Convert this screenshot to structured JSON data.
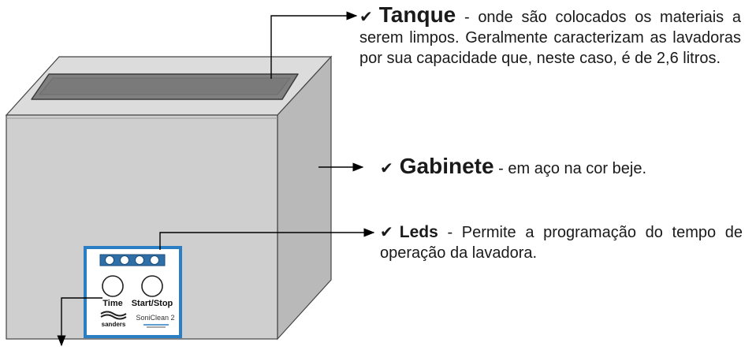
{
  "annotations": {
    "tanque": {
      "check": "✔",
      "title": "Tanque",
      "dash": " - ",
      "text": "onde são colocados os materiais a serem limpos. Geralmente caracterizam as lavadoras por sua capacidade que, neste caso, é de 2,6 litros."
    },
    "gabinete": {
      "check": "✔",
      "title": "Gabinete",
      "dash": " - ",
      "text": "em aço na cor beje."
    },
    "leds": {
      "check": "✔",
      "title": "Leds",
      "dash": " - ",
      "text": "Permite a programação do tempo de operação da lavadora."
    }
  },
  "panel": {
    "time_label": "Time",
    "start_stop_label": "Start/Stop",
    "brand": "sanders",
    "model": "SoniClean 2"
  },
  "colors": {
    "cabinet_front": "#cfcfcf",
    "cabinet_side": "#b9b9b9",
    "cabinet_top": "#dcdcdc",
    "tank_well": "#7f7f7f",
    "panel_border": "#2a7fc4",
    "panel_bg": "#ffffff"
  }
}
